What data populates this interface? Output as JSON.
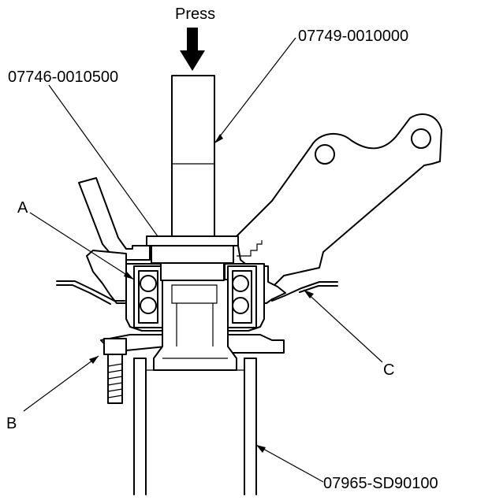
{
  "labels": {
    "press": "Press",
    "tool_shaft": "07749-0010000",
    "tool_attachment": "07746-0010500",
    "tool_base": "07965-SD90100",
    "a": "A",
    "b": "B",
    "c": "C"
  },
  "icons": {
    "press_arrow": "arrow-down-icon"
  }
}
